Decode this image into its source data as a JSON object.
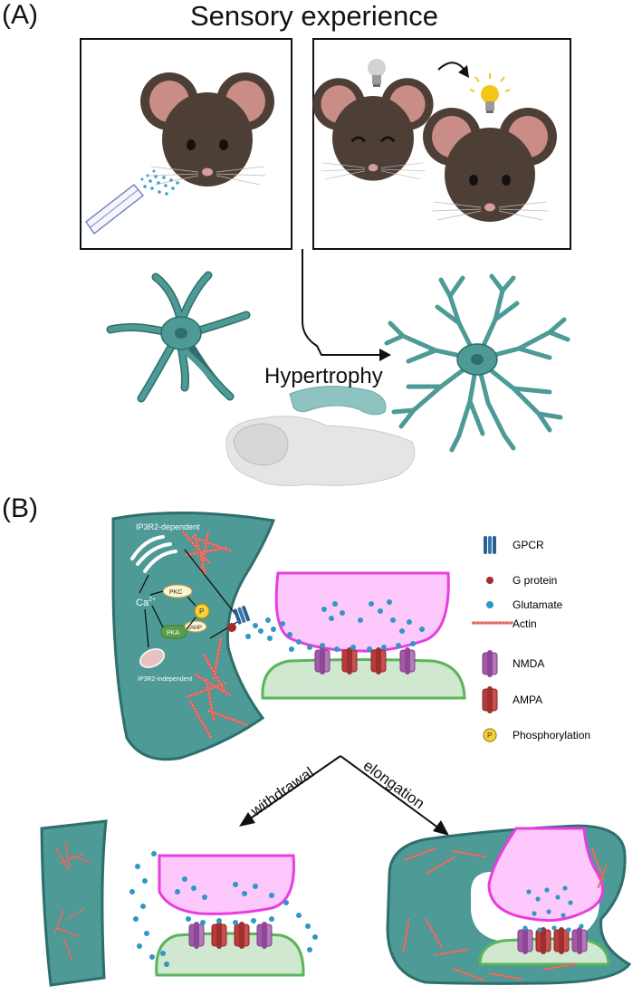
{
  "panel_a": {
    "letter": "(A)",
    "title": "Sensory experience",
    "hypertrophy_label": "Hypertrophy"
  },
  "panel_b": {
    "letter": "(B)",
    "ip3r2_dependent": "IP3R2-dependent",
    "ip3r2_independent": "IP3R2-independent",
    "pkc": "PKC",
    "pka": "PKA",
    "camp": "cAMP",
    "ca_base": "Ca",
    "ca_sup": "2+",
    "p_symbol": "P",
    "withdrawal": "withdrawal",
    "elongation": "elongation",
    "legend": [
      {
        "icon": "gpcr-icon",
        "label": "GPCR"
      },
      {
        "icon": "g-protein-icon",
        "label": "G protein"
      },
      {
        "icon": "glutamate-icon",
        "label": "Glutamate"
      },
      {
        "icon": "actin-icon",
        "label": "Actin"
      },
      {
        "icon": "nmda-icon",
        "label": "NMDA"
      },
      {
        "icon": "ampa-icon",
        "label": "AMPA"
      },
      {
        "icon": "phosphorylation-icon",
        "label": "Phosphorylation"
      }
    ]
  },
  "colors": {
    "astrocyte": "#4d9a96",
    "astrocyte_dark": "#2e6f6c",
    "presynaptic": "#fdc8fb",
    "presynaptic_border": "#e83de0",
    "postsynaptic": "#cfe8cf",
    "postsynaptic_border": "#5ab55a",
    "glutamate": "#2f98c4",
    "actin": "#d9635b",
    "nmda": "#a05aa8",
    "ampa": "#b83a3a",
    "mouse_fur": "#4d3f36",
    "mouse_ear": "#c98c86"
  }
}
